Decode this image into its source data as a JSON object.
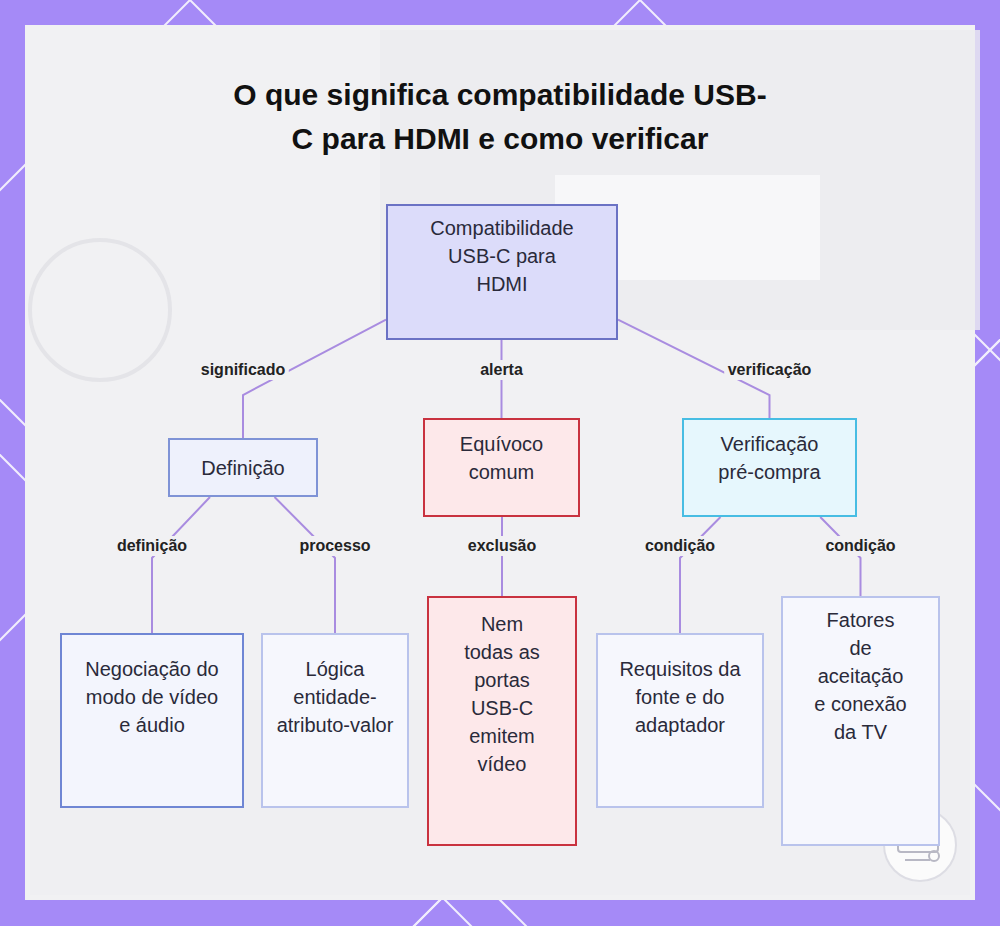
{
  "diagram": {
    "title": "O que significa compatibilidade USB-C para HDMI e como verificar",
    "nodes": [
      {
        "text": [
          "Compatibilidade USB-C para HDMI"
        ]
      },
      {
        "text": [
          "Definição"
        ]
      },
      {
        "text": [
          "Equívoco comum"
        ]
      },
      {
        "text": [
          "Verificação pré-compra"
        ]
      },
      {
        "text": [
          "Negociação do modo de vídeo e áudio"
        ]
      },
      {
        "text": [
          "Lógica entidade-atributo-valor"
        ]
      },
      {
        "text": [
          "Nem todas as portas USB-C emitem vídeo"
        ]
      },
      {
        "text": [
          "Requisitos da fonte e do adaptador"
        ]
      },
      {
        "text": [
          "Fatores de aceitação e conexão da TV"
        ]
      }
    ],
    "edges": [
      {
        "from": 0,
        "to": 1,
        "label": "significado",
        "arrow": "none"
      },
      {
        "from": 0,
        "to": 2,
        "label": "alerta",
        "arrow": "none"
      },
      {
        "from": 0,
        "to": 3,
        "label": "verificação",
        "arrow": "none"
      },
      {
        "from": 1,
        "to": 4,
        "label": "definição",
        "arrow": "none"
      },
      {
        "from": 1,
        "to": 5,
        "label": "processo",
        "arrow": "none"
      },
      {
        "from": 2,
        "to": 6,
        "label": "exclusão",
        "arrow": "none"
      },
      {
        "from": 3,
        "to": 7,
        "label": "condição",
        "arrow": "none"
      },
      {
        "from": 3,
        "to": 8,
        "label": "condição",
        "arrow": "none"
      }
    ]
  }
}
